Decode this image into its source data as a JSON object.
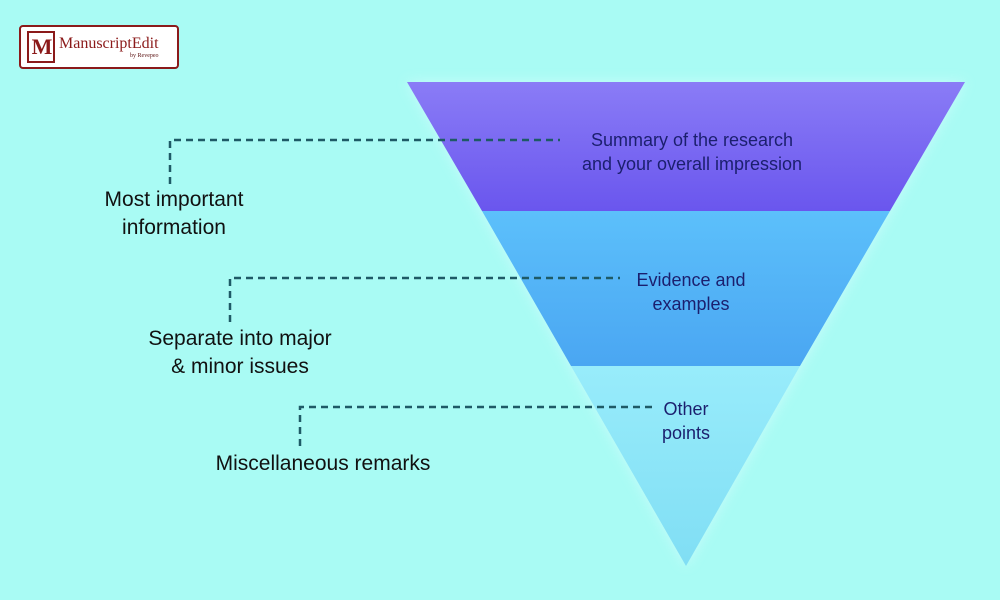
{
  "logo": {
    "mark": "M",
    "name": "ManuscriptEdit",
    "sub": "by Revepeo"
  },
  "levels": [
    {
      "left_line1": "Most important",
      "left_line2": "information",
      "funnel_line1": "Summary of the research",
      "funnel_line2": "and your overall impression",
      "color": "#6f5cf0"
    },
    {
      "left_line1": "Separate into major",
      "left_line2": "& minor issues",
      "funnel_line1": "Evidence and",
      "funnel_line2": "examples",
      "color": "#55b6f8"
    },
    {
      "left_line1": "Miscellaneous remarks",
      "left_line2": "",
      "funnel_line1": "Other",
      "funnel_line2": "points",
      "color": "#8fe8f9"
    }
  ],
  "colors": {
    "background": "#a9fbf4",
    "connector": "#1e5a66",
    "brand": "#8b1a1a"
  }
}
